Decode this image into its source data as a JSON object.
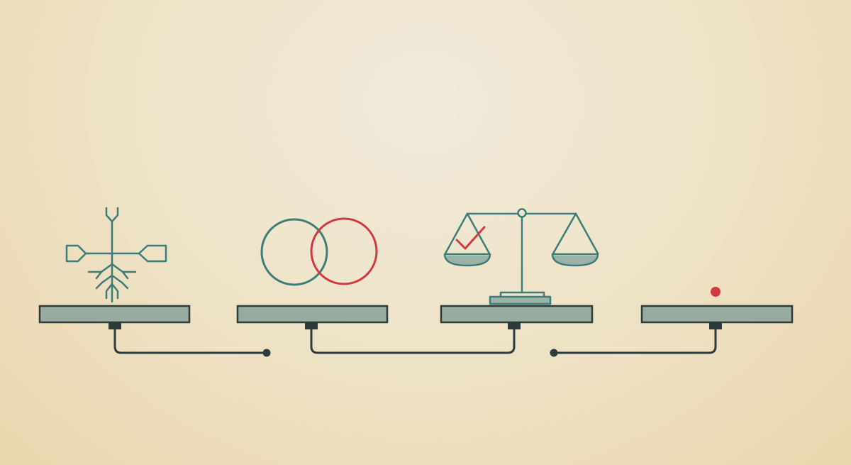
{
  "colors": {
    "background_center": "#f1eadb",
    "background_edge": "#e9d6ae",
    "platform_fill": "#98ab9f",
    "platform_stroke": "#2f3a3c",
    "connector_line": "#2f3a3c",
    "icon_teal": "#3c7d78",
    "accent_red": "#d1393e",
    "pan_fill": "#9cb2a7"
  },
  "stages": [
    {
      "id": "stage-1",
      "icon": "branching-root-icon"
    },
    {
      "id": "stage-2",
      "icon": "overlapping-circles-icon"
    },
    {
      "id": "stage-3",
      "icon": "balance-scale-icon"
    },
    {
      "id": "stage-4",
      "icon": "red-dot-icon"
    }
  ]
}
